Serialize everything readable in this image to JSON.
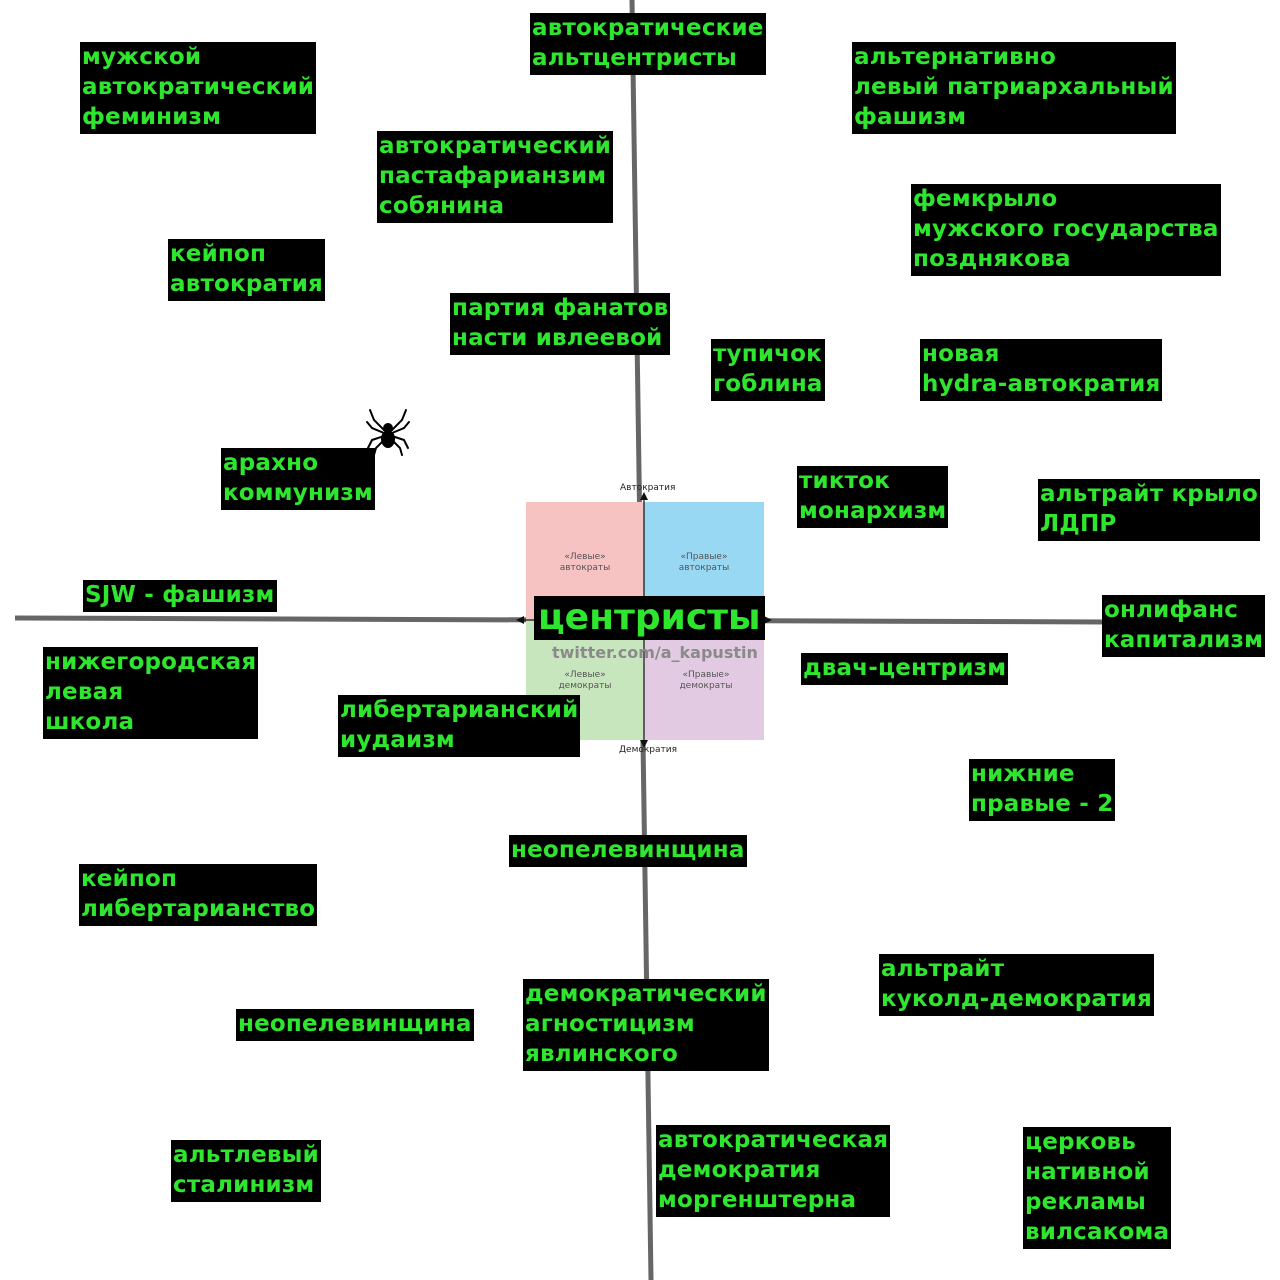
{
  "center": {
    "title": "центристы",
    "watermark": "twitter.com/a_kapustin",
    "axis_top": "Автократия",
    "axis_bottom": "Демократия",
    "quadrants": {
      "top_left": "«Левые»\nавтократы",
      "top_right": "«Правые»\nавтократы",
      "bottom_left": "«Левые»\nдемократы",
      "bottom_right": "«Правые»\nдемократы"
    },
    "colors": {
      "top_left": "#f7c2c2",
      "top_right": "#98d8f2",
      "bottom_left": "#c8e6bd",
      "bottom_right": "#e2cbe2"
    }
  },
  "labels": {
    "l01": "автократические\nальтцентристы",
    "l02": "мужской\nавтократический\nфеминизм",
    "l03": "альтернативно\nлевый патриархальный\nфашизм",
    "l04": "автократический\nпастафарианзим\nсобянина",
    "l05": "фемкрыло\nмужского государства\nпозднякова",
    "l06": "кейпоп\nавтократия",
    "l07": "партия фанатов\nнасти ивлеевой",
    "l08": "тупичок\nгоблина",
    "l09": "новая\nhydra-автократия",
    "l10": "арахно\nкоммунизм",
    "l11": "тикток\nмонархизм",
    "l12": "альтрайт крыло\nЛДПР",
    "l13": "SJW - фашизм",
    "l14": "онлифанс\nкапитализм",
    "l15": "нижегородская\nлевая\nшкола",
    "l16": "двач-центризм",
    "l17": "либертарианский\nиудаизм",
    "l18": "нижние\nправые - 2",
    "l19": "неопелевинщина",
    "l20": "кейпоп\nлибертарианство",
    "l21": "альтрайт\nкуколд-демократия",
    "l22": "демократический\nагностицизм\nявлинского",
    "l23": "неопелевинщина",
    "l24": "автократическая\nдемократия\nморгенштерна",
    "l25": "альтлевый\nсталинизм",
    "l26": "церковь\nнативной\nрекламы\nвилсакома"
  },
  "style": {
    "label_bg": "#000000",
    "label_fg": "#2ee62e",
    "axis_color": "#666666"
  },
  "icons": {
    "spider": "spider-icon"
  }
}
